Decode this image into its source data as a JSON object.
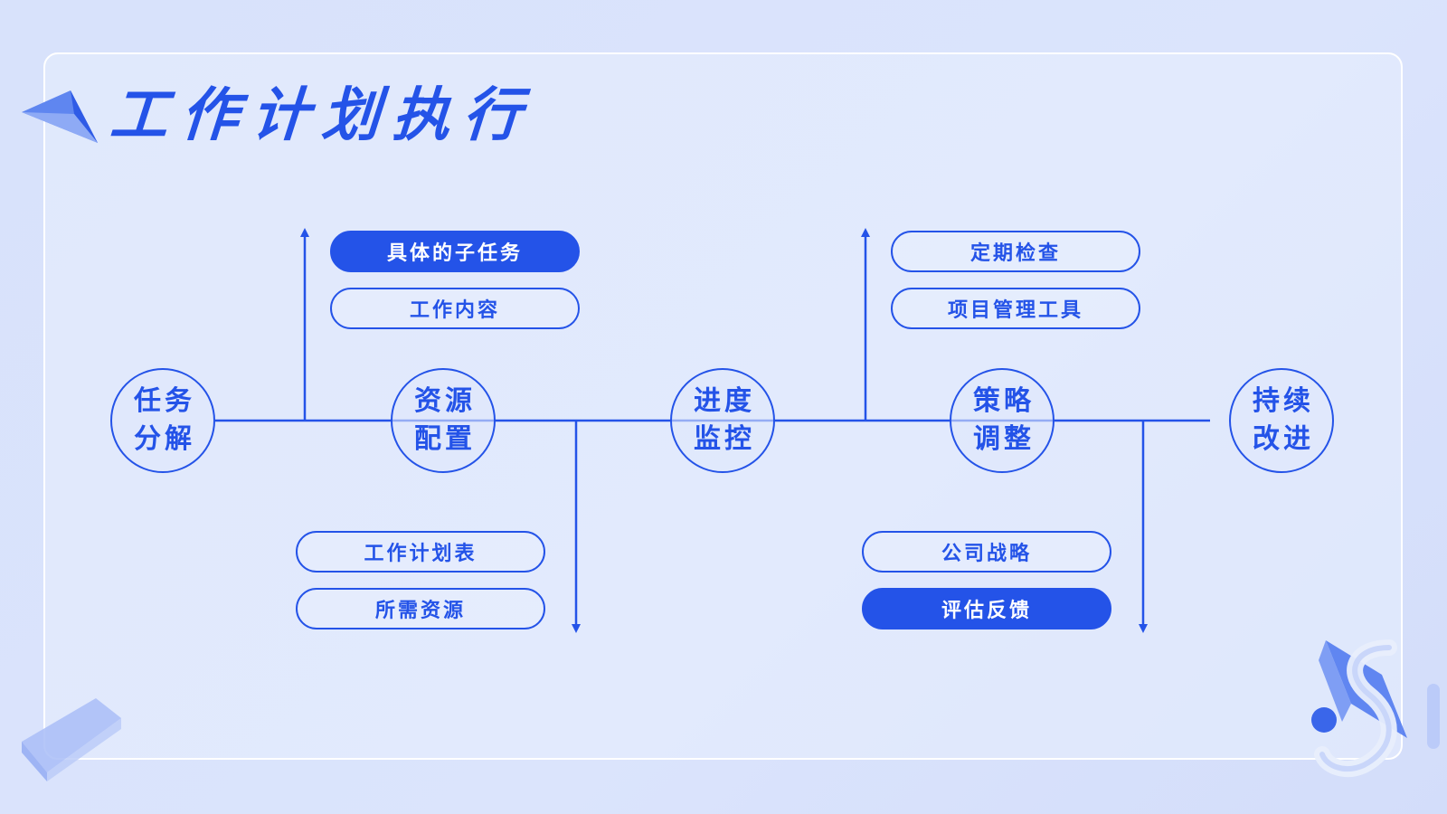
{
  "title": "工作计划执行",
  "colors": {
    "accent": "#2453e8",
    "background": "#d8e2fb",
    "filled_text": "#ffffff"
  },
  "nodes": [
    {
      "line1": "任务",
      "line2": "分解"
    },
    {
      "line1": "资源",
      "line2": "配置"
    },
    {
      "line1": "进度",
      "line2": "监控"
    },
    {
      "line1": "策略",
      "line2": "调整"
    },
    {
      "line1": "持续",
      "line2": "改进"
    }
  ],
  "upper_left": [
    {
      "label": "具体的子任务",
      "filled": true
    },
    {
      "label": "工作内容",
      "filled": false
    }
  ],
  "lower_left": [
    {
      "label": "工作计划表",
      "filled": false
    },
    {
      "label": "所需资源",
      "filled": false
    }
  ],
  "upper_right": [
    {
      "label": "定期检查",
      "filled": false
    },
    {
      "label": "项目管理工具",
      "filled": false
    }
  ],
  "lower_right": [
    {
      "label": "公司战略",
      "filled": false
    },
    {
      "label": "评估反馈",
      "filled": true
    }
  ],
  "icons": [
    "paper-plane-icon",
    "glass-block-icon",
    "glass-dollar-icon"
  ]
}
